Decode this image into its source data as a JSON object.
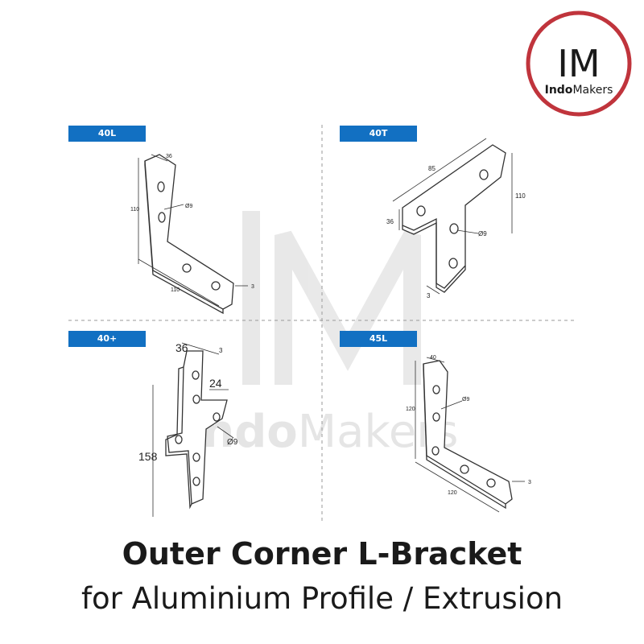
{
  "logo": {
    "monogram": "IM",
    "wordmark_bold": "Indo",
    "wordmark_light": "Makers",
    "ring_color": "#c0343c"
  },
  "watermark": {
    "monogram": "IM",
    "wordmark_bold": "Indo",
    "wordmark_light": "Makers"
  },
  "brackets": [
    {
      "tag": "40L",
      "dims": [
        "36",
        "110",
        "110",
        "Ø9",
        "3"
      ]
    },
    {
      "tag": "40T",
      "dims": [
        "85",
        "110",
        "36",
        "Ø9",
        "3"
      ]
    },
    {
      "tag": "40+",
      "dims": [
        "36",
        "24",
        "158",
        "Ø9",
        "3"
      ]
    },
    {
      "tag": "45L",
      "dims": [
        "40",
        "120",
        "120",
        "Ø9",
        "3"
      ]
    }
  ],
  "title": {
    "main": "Outer Corner L-Bracket",
    "sub": "for Aluminium Profile / Extrusion"
  },
  "colors": {
    "tag_blue": "#1270c2",
    "divider": "#9a9a9a",
    "drawing": "#333333"
  }
}
